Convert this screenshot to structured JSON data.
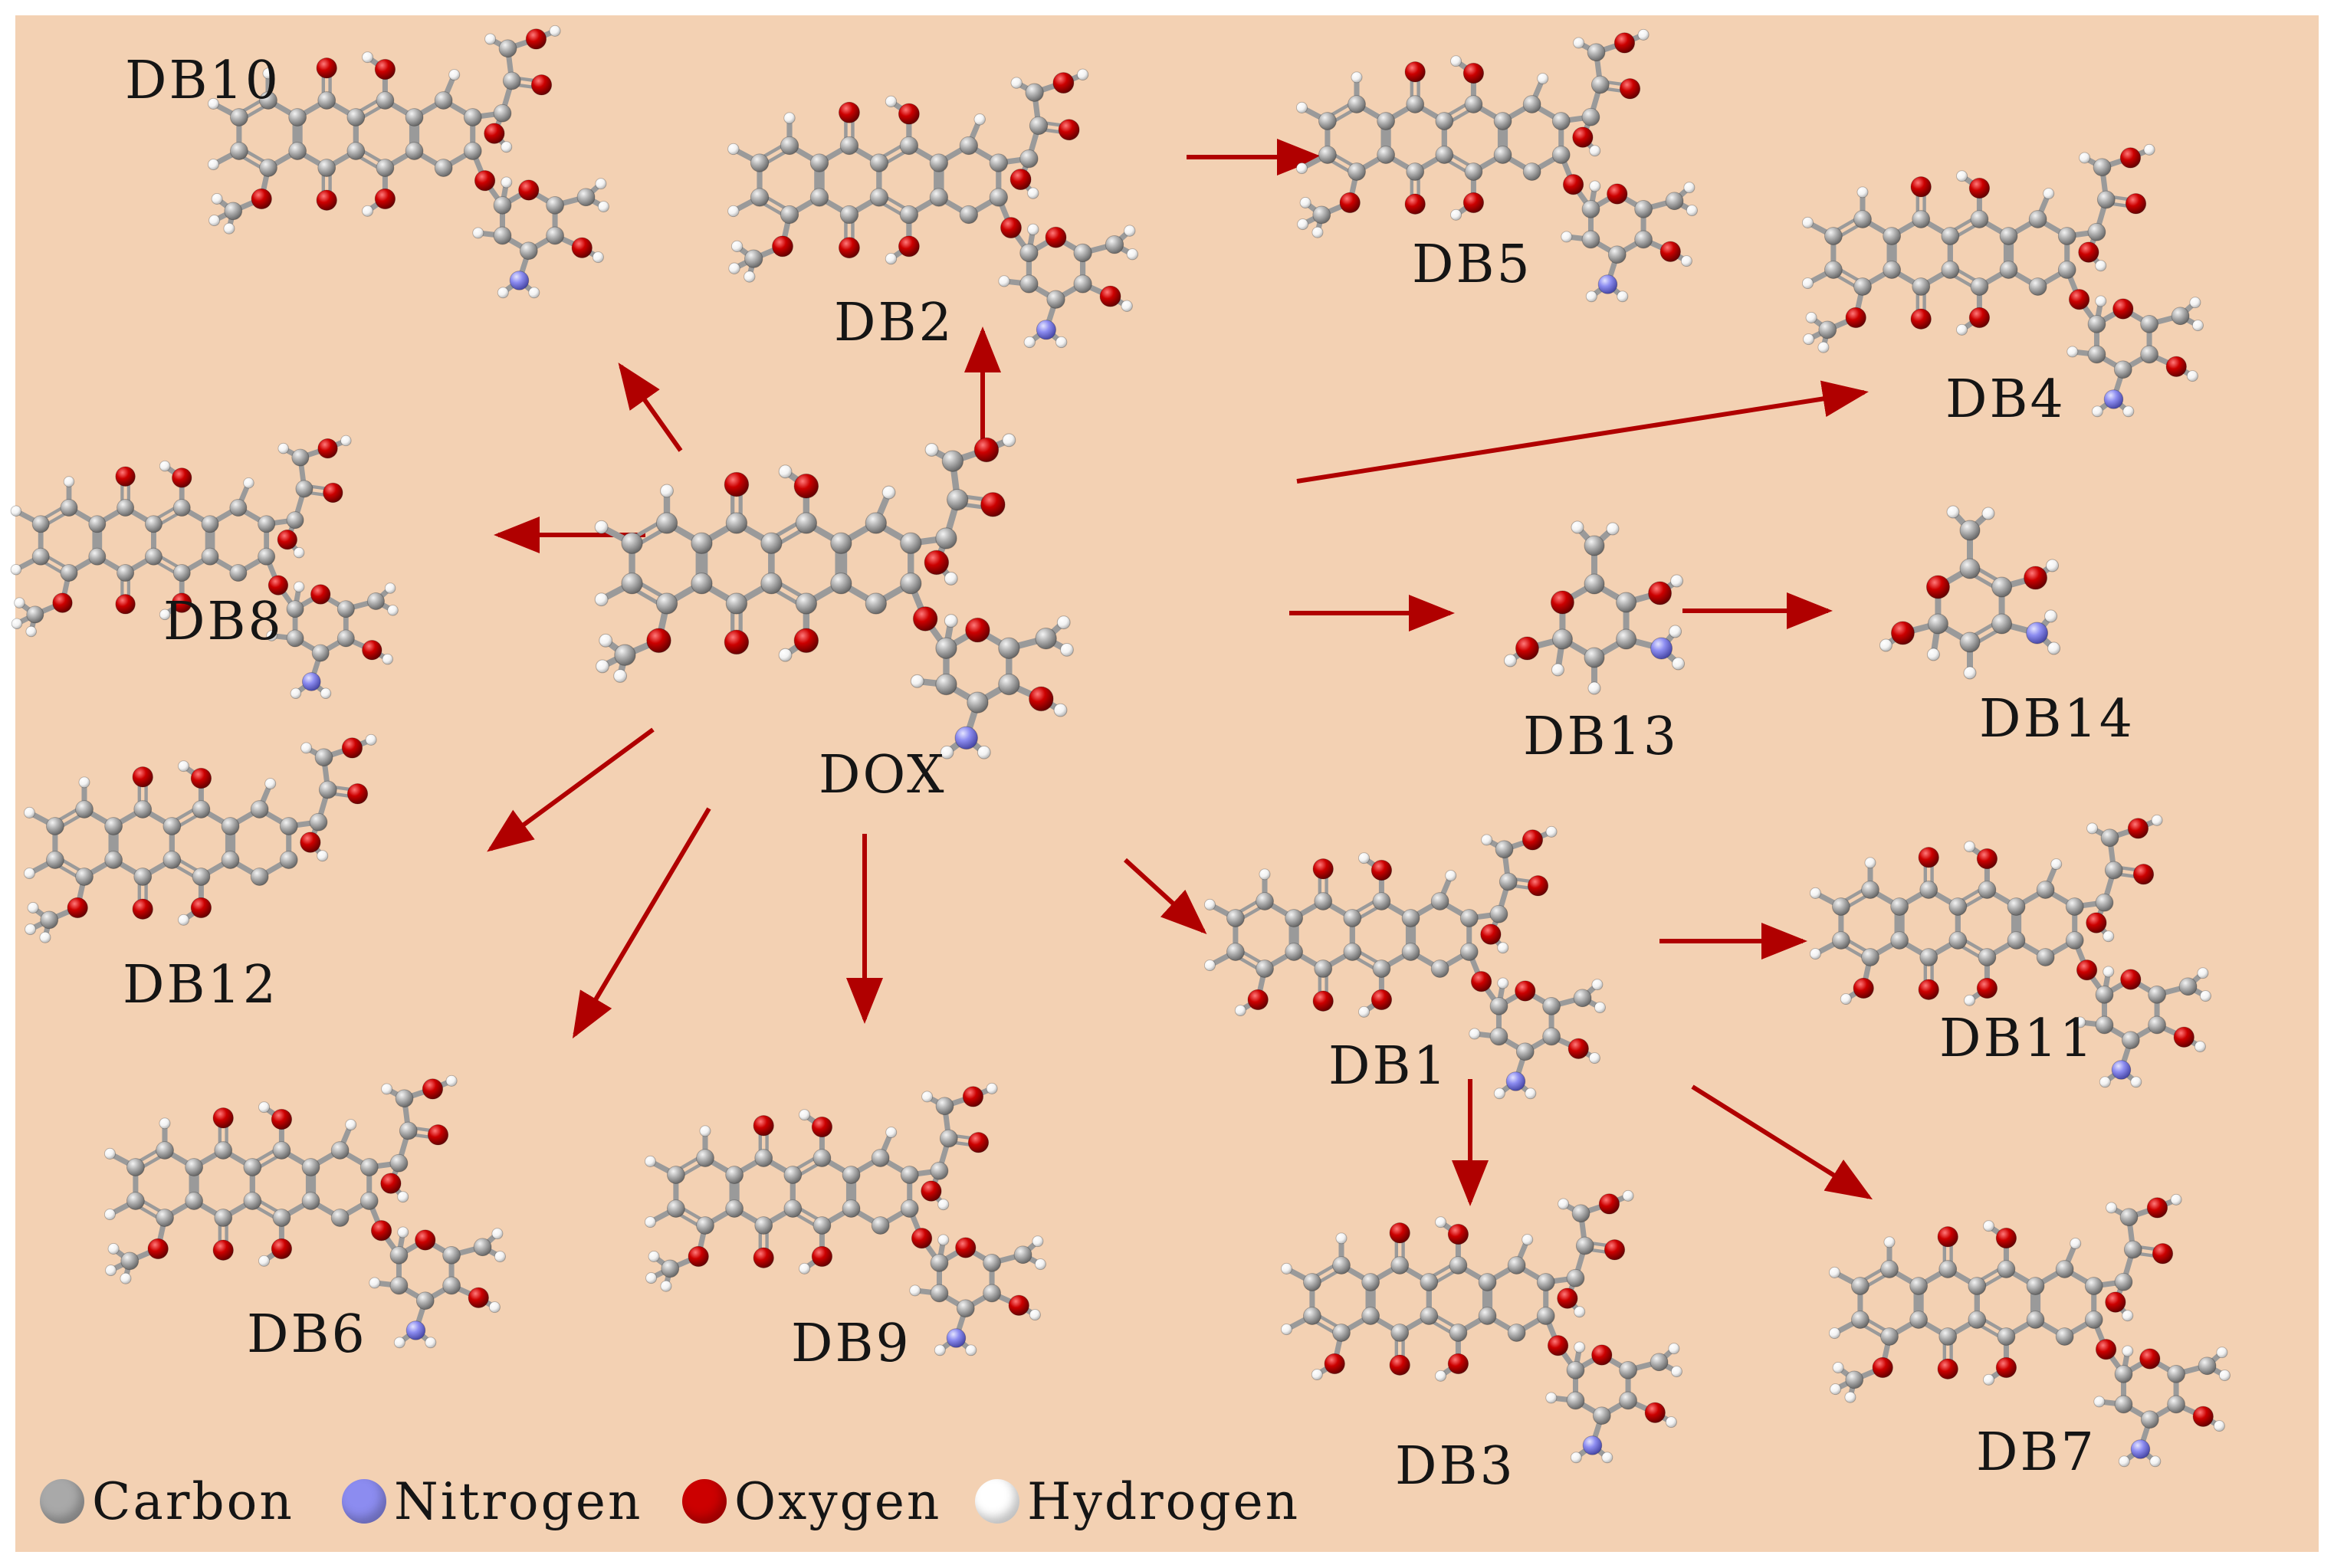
{
  "colors": {
    "background": "#f3d1b3",
    "arrow": "#b00000",
    "carbon": "#a9a9a9",
    "nitrogen": "#8c8cf0",
    "oxygen": "#cc0000",
    "hydrogen": "#ffffff"
  },
  "molecules": {
    "DOX": "DOX",
    "DB1": "DB1",
    "DB2": "DB2",
    "DB3": "DB3",
    "DB4": "DB4",
    "DB5": "DB5",
    "DB6": "DB6",
    "DB7": "DB7",
    "DB8": "DB8",
    "DB9": "DB9",
    "DB10": "DB10",
    "DB11": "DB11",
    "DB12": "DB12",
    "DB13": "DB13",
    "DB14": "DB14"
  },
  "pathways": [
    {
      "from": "DOX",
      "to": "DB10"
    },
    {
      "from": "DOX",
      "to": "DB2"
    },
    {
      "from": "DOX",
      "to": "DB8"
    },
    {
      "from": "DOX",
      "to": "DB12"
    },
    {
      "from": "DOX",
      "to": "DB6"
    },
    {
      "from": "DOX",
      "to": "DB9"
    },
    {
      "from": "DOX",
      "to": "DB1"
    },
    {
      "from": "DOX",
      "to": "DB4"
    },
    {
      "from": "DOX",
      "to": "DB13"
    },
    {
      "from": "DB2",
      "to": "DB5"
    },
    {
      "from": "DB13",
      "to": "DB14"
    },
    {
      "from": "DB1",
      "to": "DB11"
    },
    {
      "from": "DB1",
      "to": "DB3"
    },
    {
      "from": "DB1",
      "to": "DB7"
    }
  ],
  "legend": [
    {
      "label": "Carbon",
      "color_key": "carbon"
    },
    {
      "label": "Nitrogen",
      "color_key": "nitrogen"
    },
    {
      "label": "Oxygen",
      "color_key": "oxygen"
    },
    {
      "label": "Hydrogen",
      "color_key": "hydrogen"
    }
  ]
}
